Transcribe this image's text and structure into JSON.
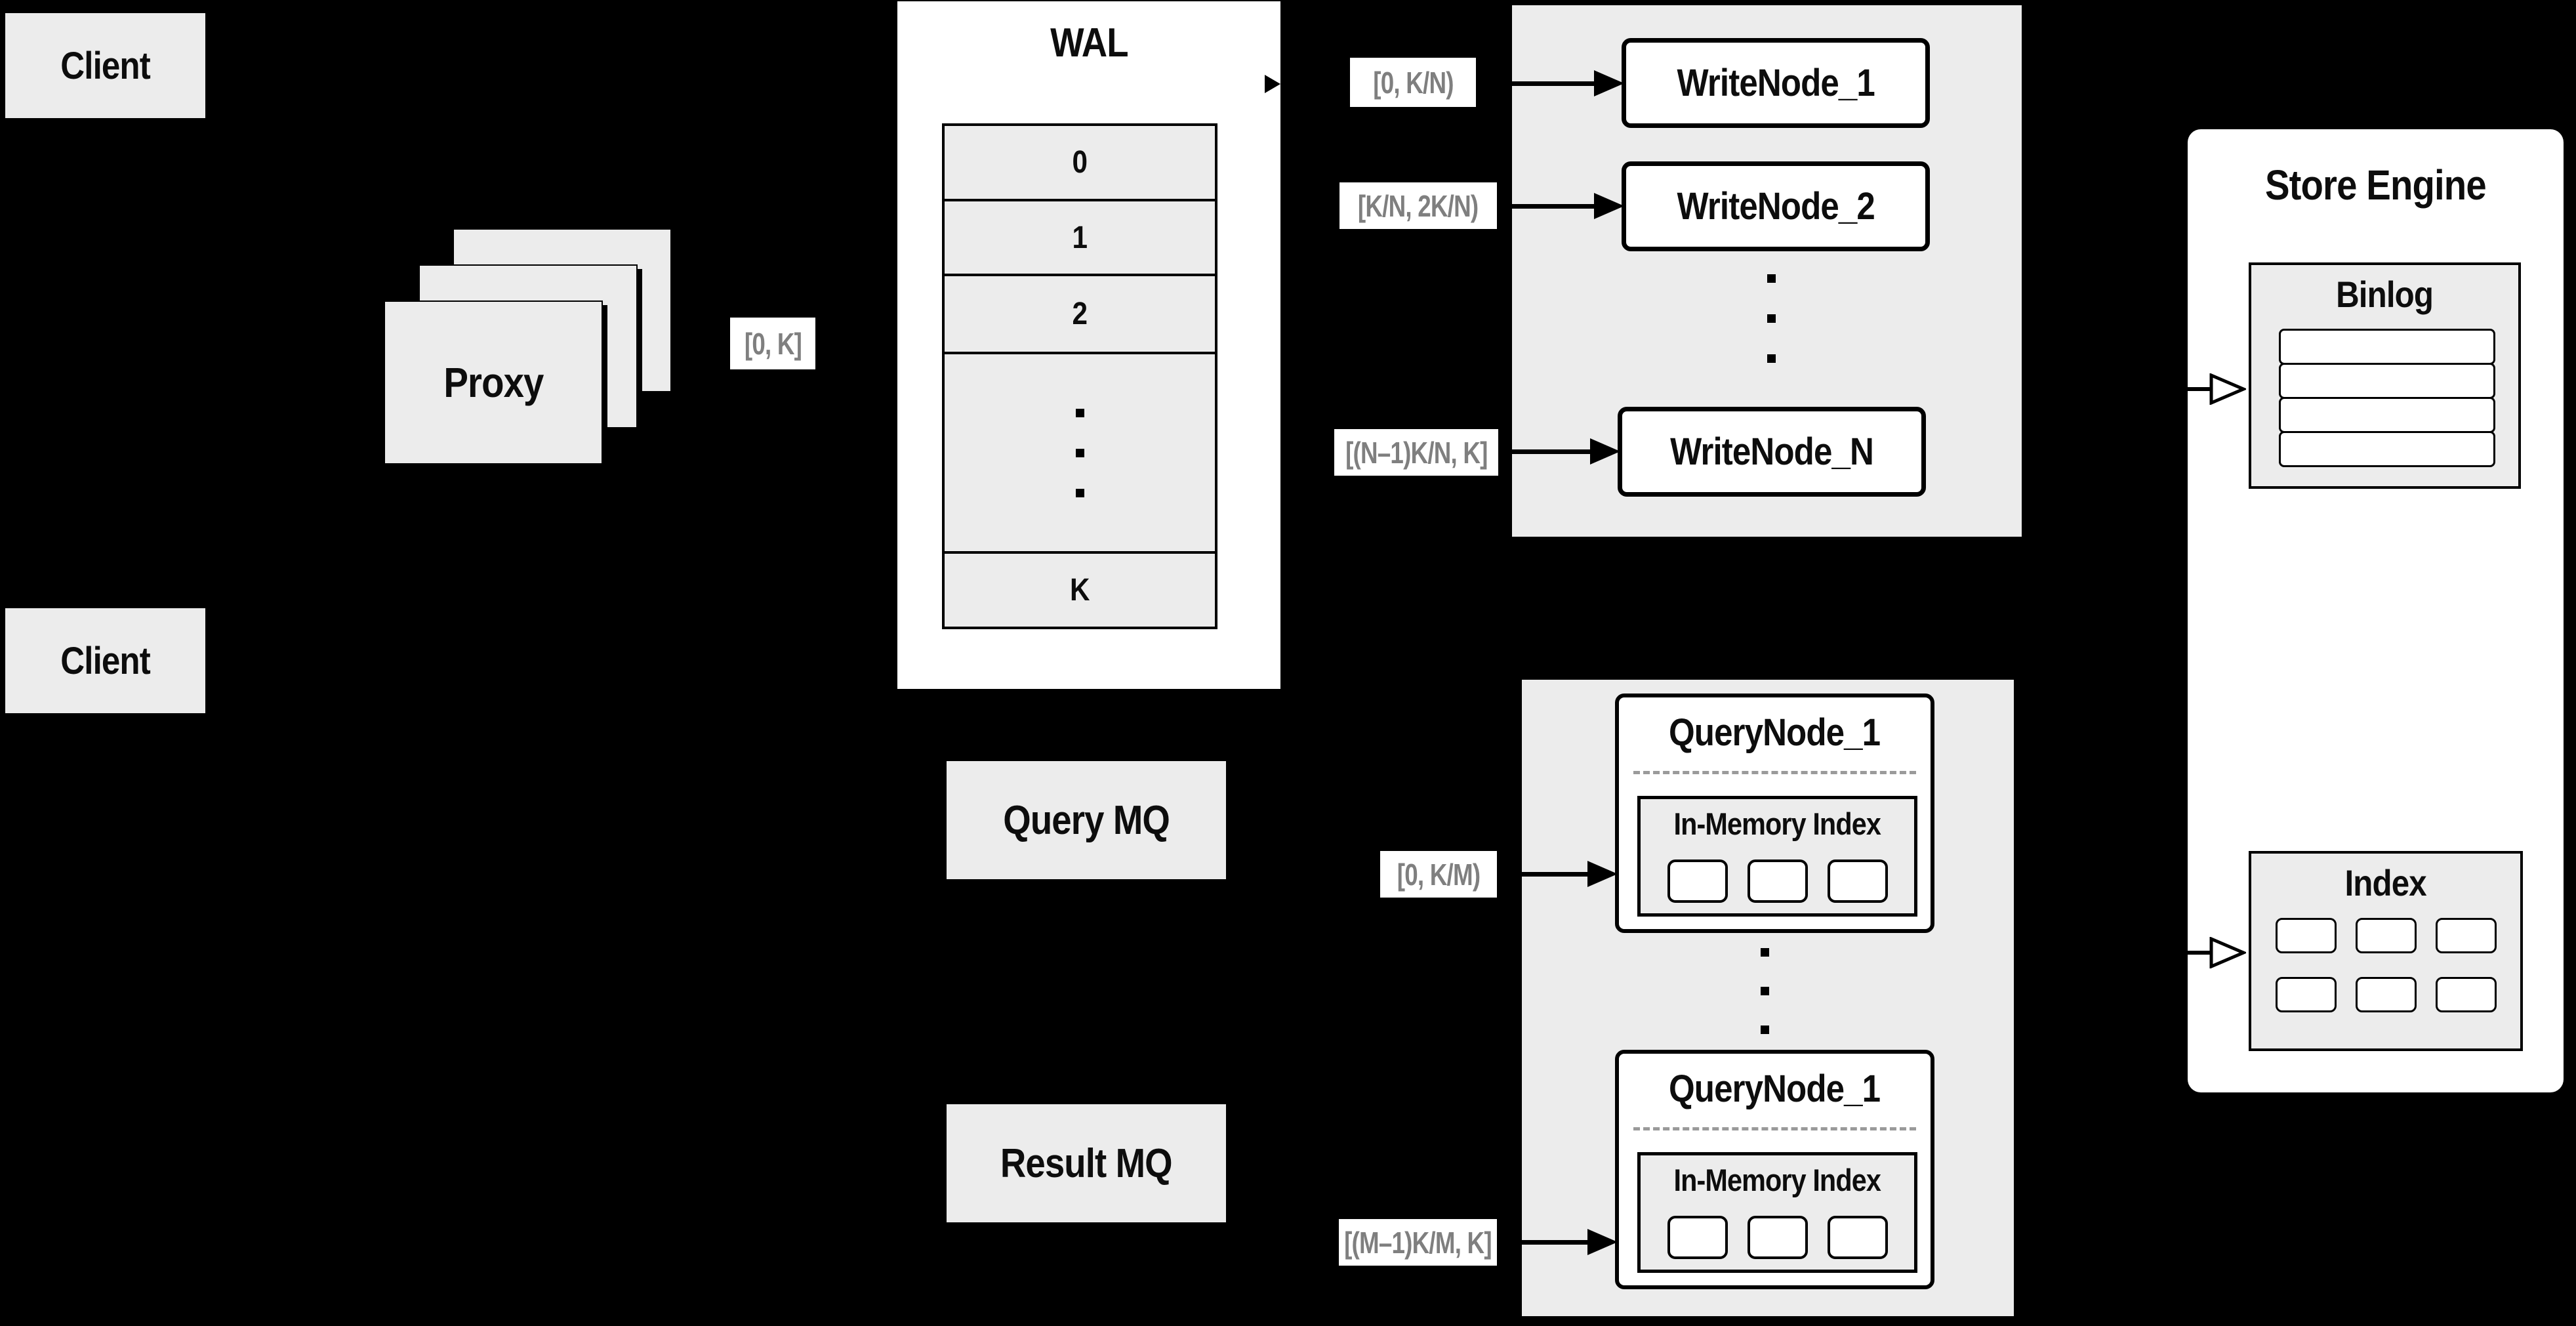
{
  "diagram": {
    "colors": {
      "background": "#000000",
      "box_fill": "#ececec",
      "panel_fill": "#ffffff",
      "border": "#000000",
      "range_label_text": "#7f7f7f",
      "text": "#0d0d0d"
    },
    "clients": {
      "top": "Client",
      "bottom": "Client"
    },
    "proxy": {
      "label": "Proxy",
      "stack_count": 3
    },
    "range_labels": {
      "proxy_out": "[0, K]",
      "write_1": "[0,  K/N)",
      "write_2": "[K/N, 2K/N)",
      "write_n": "[(N–1)K/N,  K]",
      "query_1": "[0, K/M)",
      "query_2": "[(M–1)K/M, K]"
    },
    "wal": {
      "title": "WAL",
      "rows": [
        "0",
        "1",
        "2",
        "K"
      ],
      "ellipsis_dots": 3
    },
    "write_group": {
      "nodes": [
        "WriteNode_1",
        "WriteNode_2",
        "WriteNode_N"
      ],
      "ellipsis_dots": 3
    },
    "query_mq": "Query MQ",
    "result_mq": "Result MQ",
    "query_group": {
      "ellipsis_dots": 3,
      "nodes": [
        {
          "title": "QueryNode_1",
          "inner_title": "In-Memory Index",
          "cells": 3
        },
        {
          "title": "QueryNode_1",
          "inner_title": "In-Memory Index",
          "cells": 3
        }
      ]
    },
    "store_engine": {
      "title": "Store Engine",
      "binlog": {
        "title": "Binlog",
        "rows": 4
      },
      "index": {
        "title": "Index",
        "rows": 2,
        "cols": 3
      }
    }
  }
}
